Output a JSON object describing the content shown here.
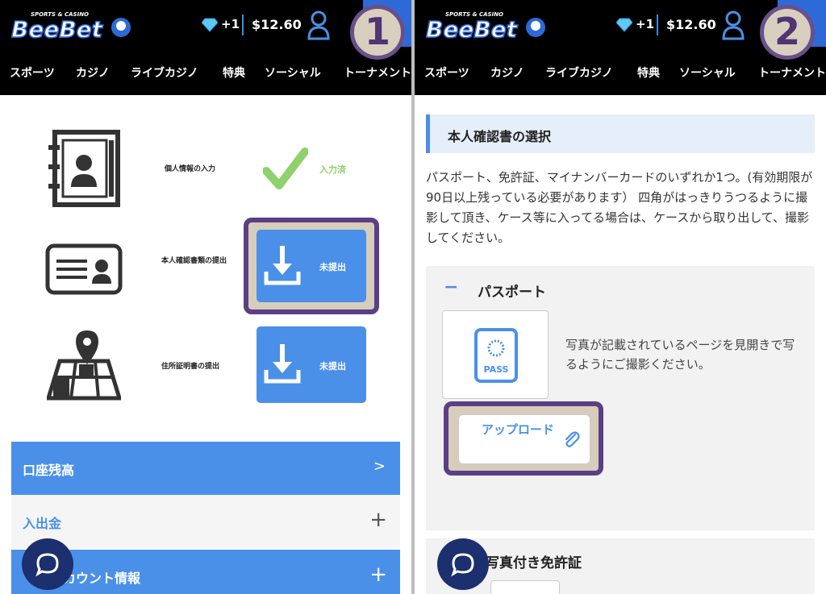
{
  "header": {
    "brand": "BeeBet",
    "brand_tagline": "SPORTS & CASINO",
    "gem_count": "+1",
    "balance": "$12.60"
  },
  "nav": [
    "スポーツ",
    "カジノ",
    "ライブカジノ",
    "特典",
    "ソーシャル",
    "トーナメント"
  ],
  "steps": [
    "1",
    "2"
  ],
  "panel1": {
    "rows": [
      {
        "label": "個人情報の入力",
        "status": "入力済"
      },
      {
        "label": "本人確認書類の提出",
        "status": "未提出"
      },
      {
        "label": "住所証明書の提出",
        "status": "未提出"
      }
    ],
    "accordions": [
      {
        "label": "口座残高",
        "icon": ">"
      },
      {
        "label": "入出金",
        "icon": "+"
      },
      {
        "label": "アカウント情報",
        "icon": "+"
      }
    ]
  },
  "panel2": {
    "section_title": "本人確認書の選択",
    "description": "パスポート、免許証、マイナンバーカードのいずれか1つ。(有効期限が90日以上残っている必要があります） 四角がはっきりうつるように撮影して頂き、ケース等に入ってる場合は、ケースから取り出して、撮影してください。",
    "passport": {
      "toggle": "−",
      "title": "パスポート",
      "pass_text": "PASS",
      "instruction": "写真が記載されているページを見開きで写るようにご撮影ください。",
      "upload_label": "アップロード"
    },
    "license_title": "写真付き免許証"
  },
  "colors": {
    "accent": "#4a90e8",
    "header": "#000000",
    "highlight_border": "#5b3f85",
    "chat": "#1c2f6e",
    "check": "#8fd16a"
  }
}
